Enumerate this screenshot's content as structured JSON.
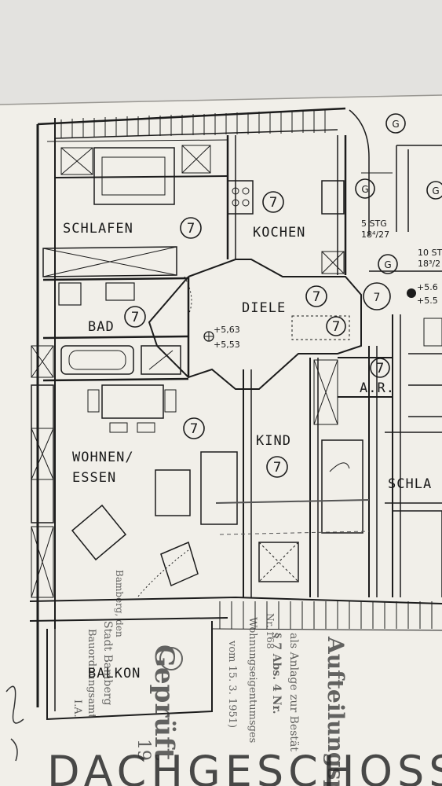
{
  "rooms": {
    "schlafen": "SCHLAFEN",
    "kochen": "KOCHEN",
    "diele": "DIELE",
    "bad": "BAD",
    "wohnen_line1": "WOHNEN/",
    "wohnen_line2": "ESSEN",
    "kind": "KIND",
    "ar": "A.R.",
    "balkon": "BALKON",
    "schlaf_neighbor": "SCHLA"
  },
  "marker": "7",
  "marker_g": "G",
  "levels": {
    "diele_a": "+5,63",
    "diele_b": "+5,53",
    "right_a": "+5.6",
    "right_b": "+5.5"
  },
  "stairs": {
    "a_label": "5 STG",
    "a_dims": "18⁴/27",
    "b_label": "10 ST",
    "b_dims": "18³/2"
  },
  "stamp": {
    "line1": "Aufteilungsp",
    "line2": "als Anlage zur Bestät",
    "line3": "§ 7 Abs. 4 Nr.",
    "line4": "Wohnungseigentumsges",
    "line5": "vom 15. 3. 1951)",
    "line6": "Bamberg, den",
    "line7": "Stadt Bamberg",
    "line8": "Bauordnungsamt",
    "line9": "I.A.",
    "nr": "Nr. 168",
    "gepruft": "Geprüft",
    "year": "19"
  },
  "bottom_handwriting": "DACHGESCHOSS"
}
